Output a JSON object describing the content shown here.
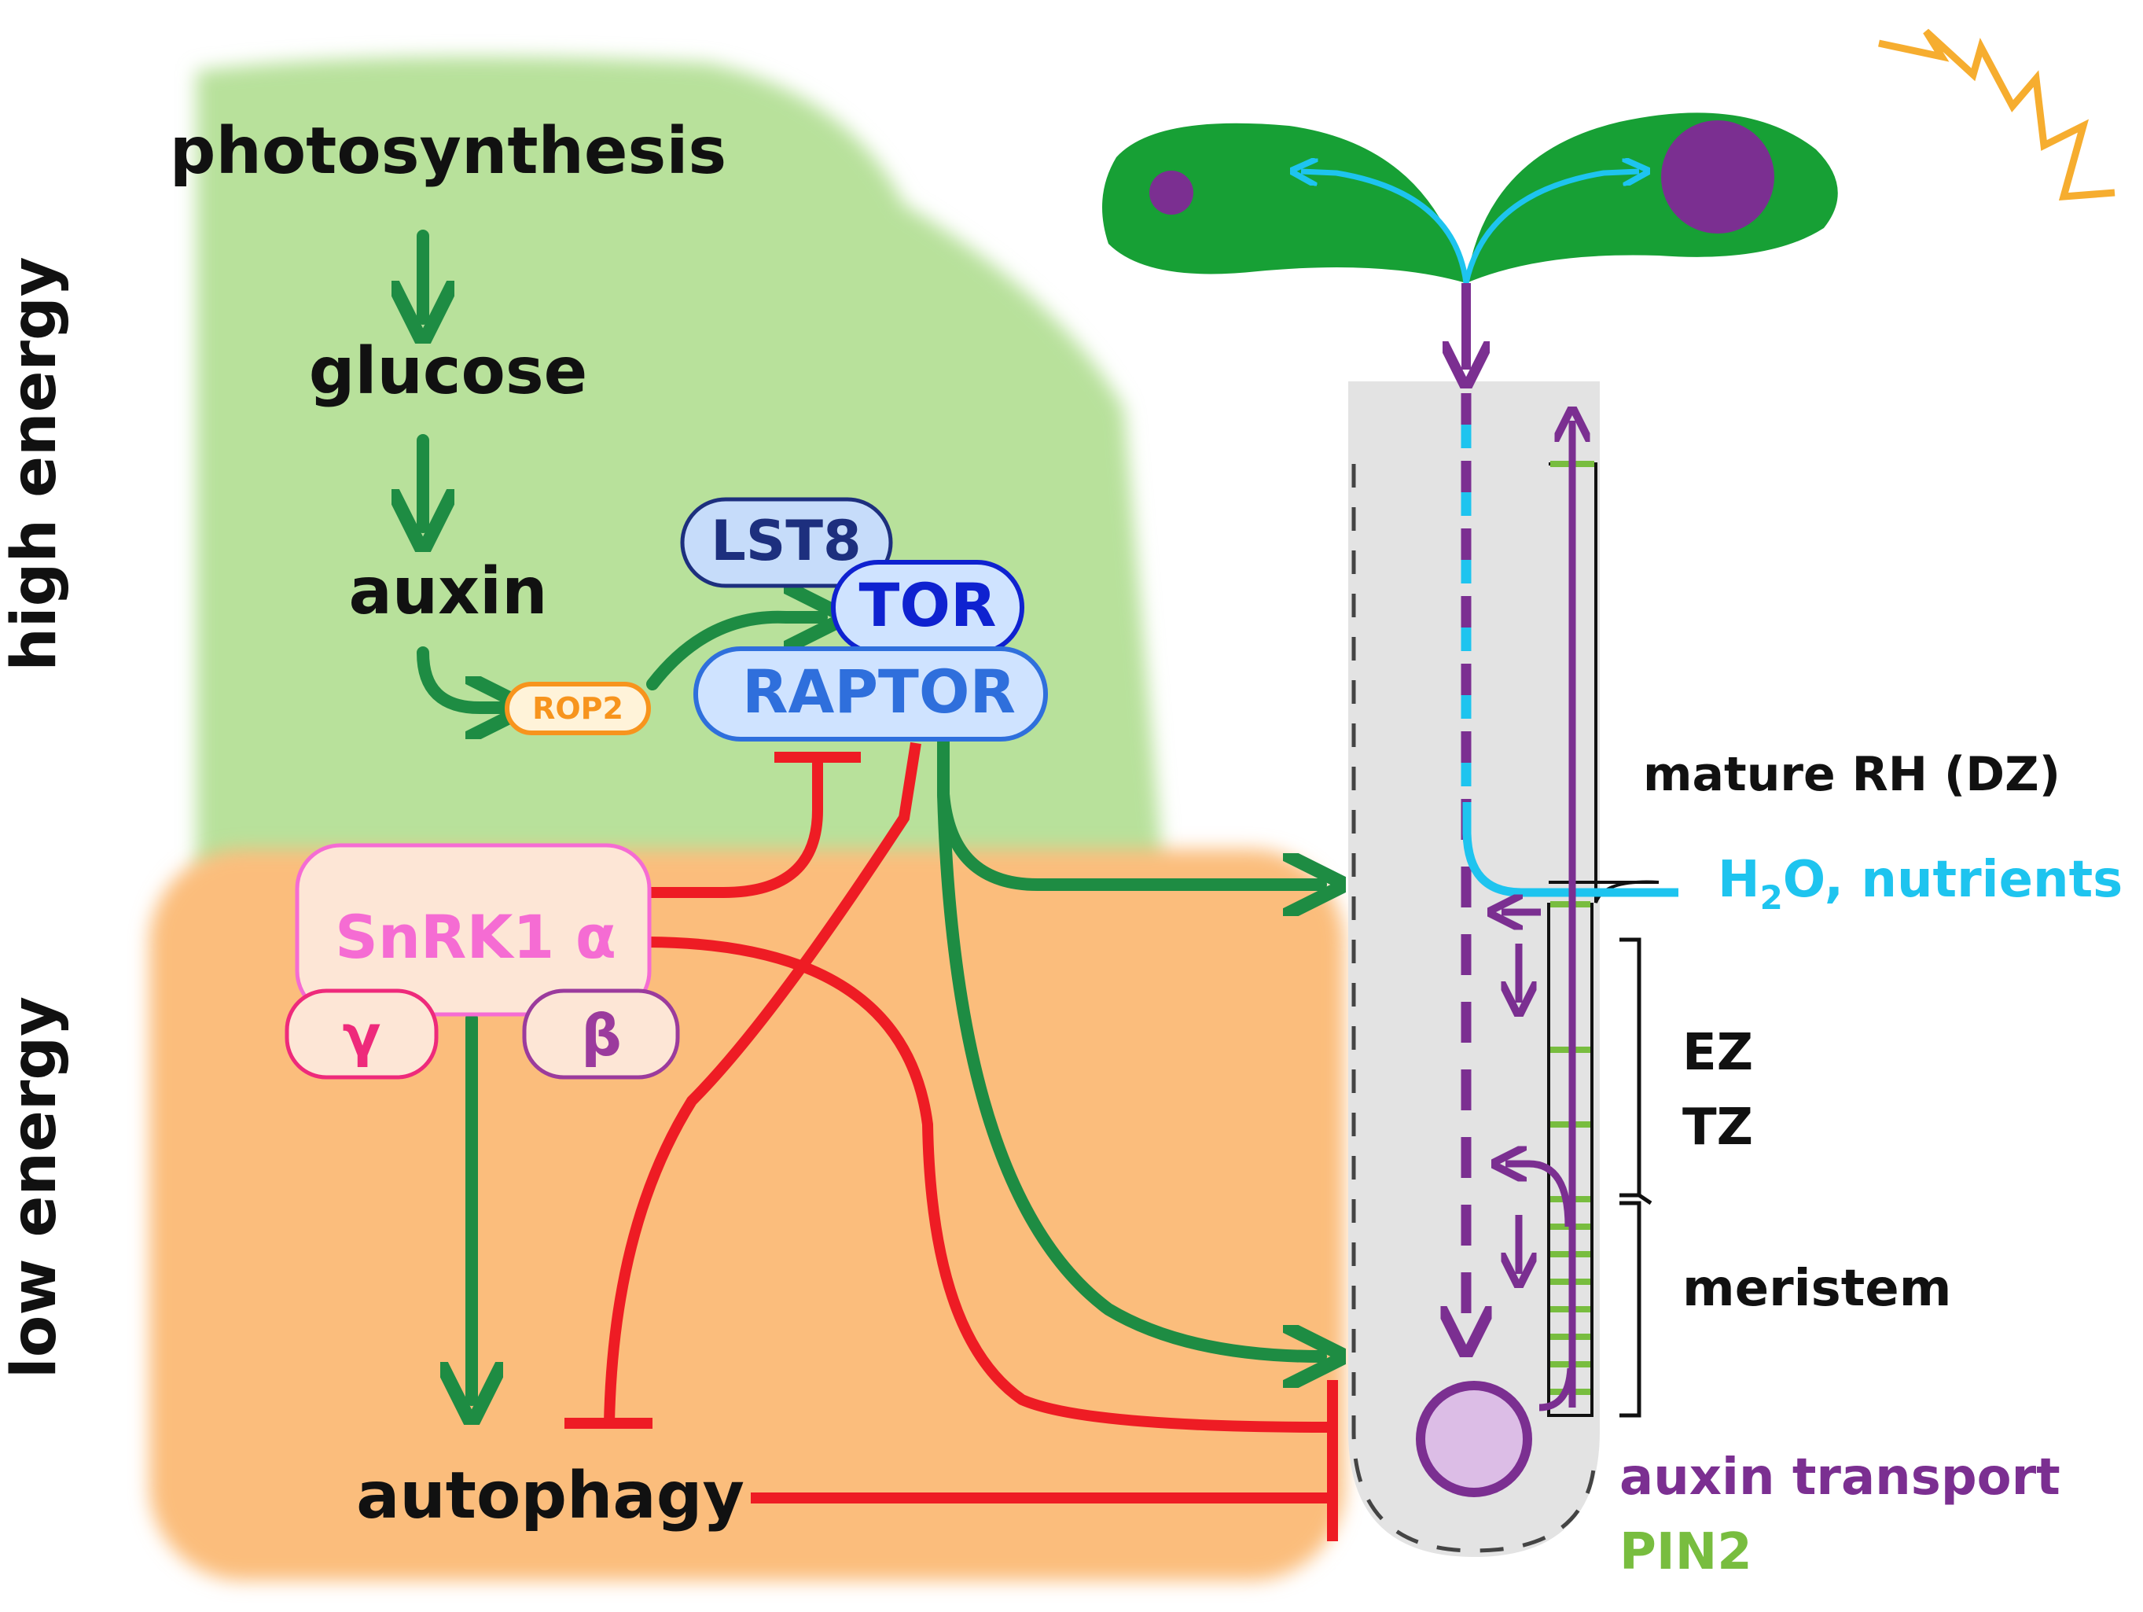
{
  "labels": {
    "high_energy": "high energy",
    "low_energy": "low energy",
    "photosynthesis": "photosynthesis",
    "glucose": "glucose",
    "auxin": "auxin",
    "rop2": "ROP2",
    "lst8": "LST8",
    "tor": "TOR",
    "raptor": "RAPTOR",
    "snrk1_alpha": "SnRK1 α",
    "gamma": "γ",
    "beta": "β",
    "autophagy": "autophagy",
    "mature_rh": "mature RH (DZ)",
    "h2o_prefix": "H",
    "h2o_sub": "2",
    "h2o_suffix": "O, nutrients",
    "ez": "EZ",
    "tz": "TZ",
    "meristem": "meristem",
    "auxin_transport": "auxin transport",
    "pin2": "PIN2"
  },
  "colors": {
    "high_energy_bg": "#b8e19b",
    "low_energy_bg": "#fbbd7c",
    "activation_arrow": "#1e8c43",
    "inhibition": "#ee1c24",
    "auxin_transport": "#7b2f91",
    "pin2": "#78bd3f",
    "water": "#1ec4ef",
    "root_bg": "#e3e3e3",
    "leaf": "#17a035",
    "sun": "#f6ad2f",
    "tor_text": "#0f22d0",
    "raptor_text": "#2f6fdc",
    "lst8_text": "#1d2f7e",
    "snrk1_text": "#f56cd3",
    "rop2": "#f7941d"
  }
}
